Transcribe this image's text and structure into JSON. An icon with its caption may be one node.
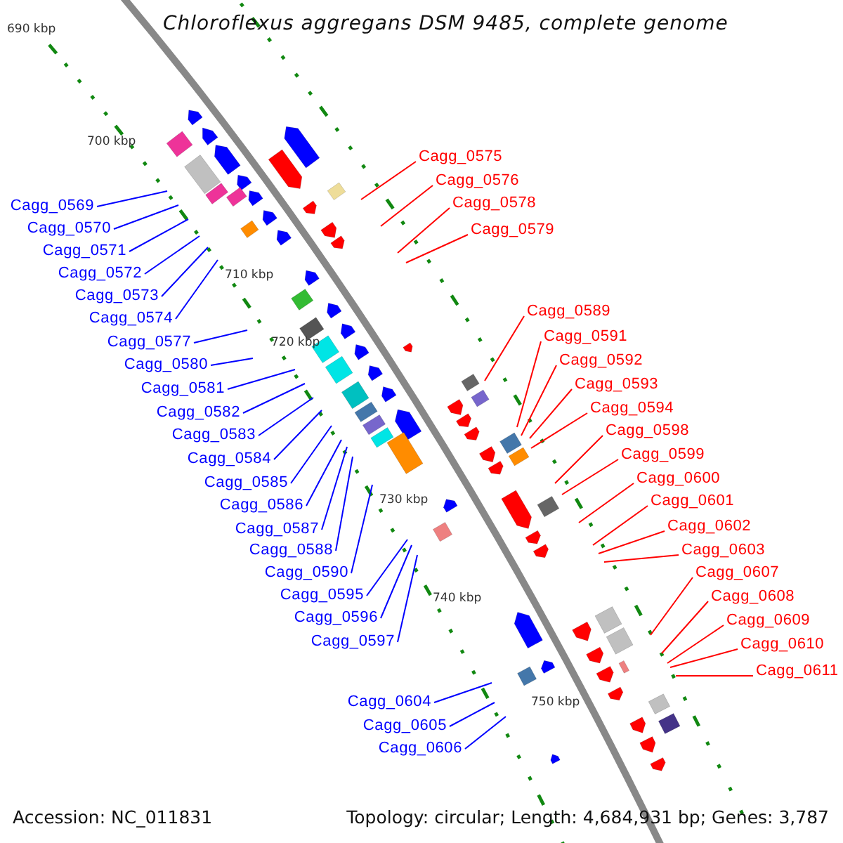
{
  "diagram": {
    "title": "Chloroflexus aggregans DSM 9485, complete genome",
    "nodes": [
      {
        "text": [
          "Cagg_0569"
        ]
      },
      {
        "text": [
          "Cagg_0570"
        ]
      },
      {
        "text": [
          "Cagg_0571"
        ]
      },
      {
        "text": [
          "Cagg_0572"
        ]
      },
      {
        "text": [
          "Cagg_0573"
        ]
      },
      {
        "text": [
          "Cagg_0574"
        ]
      },
      {
        "text": [
          "Cagg_0577"
        ]
      },
      {
        "text": [
          "Cagg_0580"
        ]
      },
      {
        "text": [
          "Cagg_0581"
        ]
      },
      {
        "text": [
          "Cagg_0582"
        ]
      },
      {
        "text": [
          "Cagg_0583"
        ]
      },
      {
        "text": [
          "Cagg_0584"
        ]
      },
      {
        "text": [
          "Cagg_0585"
        ]
      },
      {
        "text": [
          "Cagg_0586"
        ]
      },
      {
        "text": [
          "Cagg_0587"
        ]
      },
      {
        "text": [
          "Cagg_0588"
        ]
      },
      {
        "text": [
          "Cagg_0590"
        ]
      },
      {
        "text": [
          "Cagg_0595"
        ]
      },
      {
        "text": [
          "Cagg_0596"
        ]
      },
      {
        "text": [
          "Cagg_0597"
        ]
      },
      {
        "text": [
          "Cagg_0604"
        ]
      },
      {
        "text": [
          "Cagg_0605"
        ]
      },
      {
        "text": [
          "Cagg_0606"
        ]
      },
      {
        "text": [
          "Cagg_0575"
        ]
      },
      {
        "text": [
          "Cagg_0576"
        ]
      },
      {
        "text": [
          "Cagg_0578"
        ]
      },
      {
        "text": [
          "Cagg_0579"
        ]
      },
      {
        "text": [
          "Cagg_0589"
        ]
      },
      {
        "text": [
          "Cagg_0591"
        ]
      },
      {
        "text": [
          "Cagg_0592"
        ]
      },
      {
        "text": [
          "Cagg_0593"
        ]
      },
      {
        "text": [
          "Cagg_0594"
        ]
      },
      {
        "text": [
          "Cagg_0598"
        ]
      },
      {
        "text": [
          "Cagg_0599"
        ]
      },
      {
        "text": [
          "Cagg_0600"
        ]
      },
      {
        "text": [
          "Cagg_0601"
        ]
      },
      {
        "text": [
          "Cagg_0602"
        ]
      },
      {
        "text": [
          "Cagg_0603"
        ]
      },
      {
        "text": [
          "Cagg_0607"
        ]
      },
      {
        "text": [
          "Cagg_0608"
        ]
      },
      {
        "text": [
          "Cagg_0609"
        ]
      },
      {
        "text": [
          "Cagg_0610"
        ]
      },
      {
        "text": [
          "Cagg_0611"
        ]
      }
    ],
    "edges": [
      {
        "from": 0,
        "to": null,
        "arrow": "none"
      },
      {
        "from": 1,
        "to": null,
        "arrow": "none"
      },
      {
        "from": 2,
        "to": null,
        "arrow": "none"
      },
      {
        "from": 3,
        "to": null,
        "arrow": "none"
      },
      {
        "from": 4,
        "to": null,
        "arrow": "none"
      },
      {
        "from": 5,
        "to": null,
        "arrow": "none"
      },
      {
        "from": 6,
        "to": null,
        "arrow": "none"
      },
      {
        "from": 7,
        "to": null,
        "arrow": "none"
      },
      {
        "from": 8,
        "to": null,
        "arrow": "none"
      },
      {
        "from": 9,
        "to": null,
        "arrow": "none"
      },
      {
        "from": 10,
        "to": null,
        "arrow": "none"
      },
      {
        "from": 11,
        "to": null,
        "arrow": "none"
      },
      {
        "from": 12,
        "to": null,
        "arrow": "none"
      },
      {
        "from": 13,
        "to": null,
        "arrow": "none"
      },
      {
        "from": 14,
        "to": null,
        "arrow": "none"
      },
      {
        "from": 15,
        "to": null,
        "arrow": "none"
      },
      {
        "from": 16,
        "to": null,
        "arrow": "none"
      },
      {
        "from": 17,
        "to": null,
        "arrow": "none"
      },
      {
        "from": 18,
        "to": null,
        "arrow": "none"
      },
      {
        "from": 19,
        "to": null,
        "arrow": "none"
      },
      {
        "from": 20,
        "to": null,
        "arrow": "none"
      },
      {
        "from": 21,
        "to": null,
        "arrow": "none"
      },
      {
        "from": 22,
        "to": null,
        "arrow": "none"
      },
      {
        "from": 23,
        "to": null,
        "arrow": "none",
        "color": "#ff0000"
      },
      {
        "from": 24,
        "to": null,
        "arrow": "none",
        "color": "#ff0000"
      },
      {
        "from": 25,
        "to": null,
        "arrow": "none",
        "color": "#ff0000"
      },
      {
        "from": 26,
        "to": null,
        "arrow": "none",
        "color": "#ff0000"
      },
      {
        "from": 27,
        "to": null,
        "arrow": "none",
        "color": "#ff0000"
      },
      {
        "from": 28,
        "to": null,
        "arrow": "none",
        "color": "#ff0000"
      },
      {
        "from": 29,
        "to": null,
        "arrow": "none",
        "color": "#ff0000"
      },
      {
        "from": 30,
        "to": null,
        "arrow": "none",
        "color": "#ff0000"
      },
      {
        "from": 31,
        "to": null,
        "arrow": "none",
        "color": "#ff0000"
      },
      {
        "from": 32,
        "to": null,
        "arrow": "none",
        "color": "#ff0000"
      },
      {
        "from": 33,
        "to": null,
        "arrow": "none",
        "color": "#ff0000"
      },
      {
        "from": 34,
        "to": null,
        "arrow": "none",
        "color": "#ff0000"
      },
      {
        "from": 35,
        "to": null,
        "arrow": "none",
        "color": "#ff0000"
      },
      {
        "from": 36,
        "to": null,
        "arrow": "none",
        "color": "#ff0000"
      },
      {
        "from": 37,
        "to": null,
        "arrow": "none",
        "color": "#ff0000"
      },
      {
        "from": 38,
        "to": null,
        "arrow": "none",
        "color": "#ff0000"
      },
      {
        "from": 39,
        "to": null,
        "arrow": "none",
        "color": "#ff0000"
      },
      {
        "from": 40,
        "to": null,
        "arrow": "none",
        "color": "#ff0000"
      },
      {
        "from": 41,
        "to": null,
        "arrow": "none",
        "color": "#ff0000"
      },
      {
        "from": 42,
        "to": null,
        "arrow": "none",
        "color": "#ff0000"
      }
    ],
    "labels": [
      "690 kbp",
      "700 kbp",
      "710 kbp",
      "720 kbp",
      "730 kbp",
      "740 kbp",
      "750 kbp",
      "Accession: NC_011831",
      "Topology: circular; Length: 4,684,931 bp; Genes: 3,787"
    ]
  }
}
